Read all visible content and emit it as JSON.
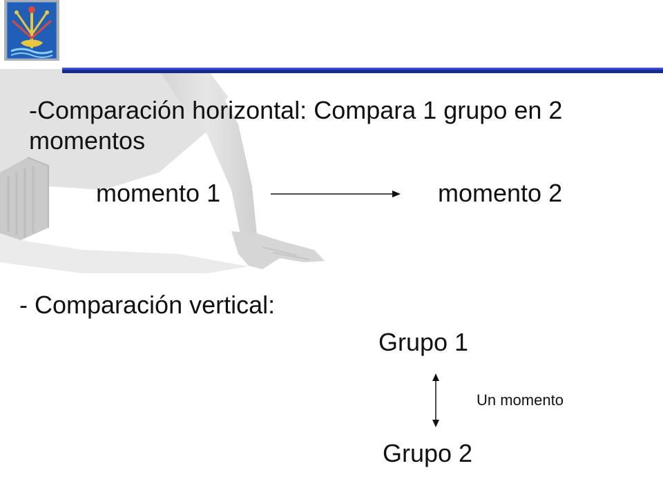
{
  "slide": {
    "heading_horizontal": "-Comparación horizontal: Compara 1 grupo en 2 momentos",
    "moment_1": "momento 1",
    "moment_2": "momento 2",
    "heading_vertical": "- Comparación vertical:",
    "group_1": "Grupo 1",
    "group_2": "Grupo 2",
    "one_moment": "Un momento"
  },
  "icons": {
    "logo": "emblem-logo",
    "horizontal_arrow": "arrow-right-icon",
    "vertical_arrow": "arrow-up-down-icon"
  },
  "colors": {
    "header_rule_dark": "#1a2a8a",
    "header_rule_light": "#3b4fd0",
    "logo_frame": "#b0b0b0",
    "logo_background": "#1f5fb8",
    "background_photo": "#d8d8d8",
    "text": "#111111"
  }
}
